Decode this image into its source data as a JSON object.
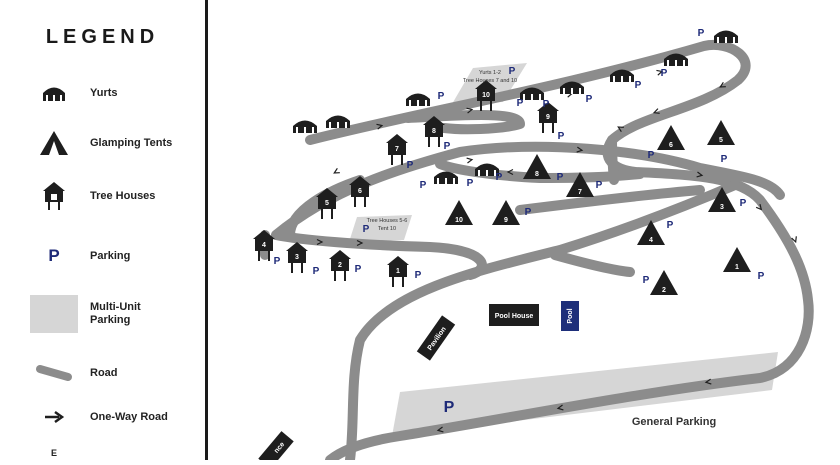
{
  "legend": {
    "title": "LEGEND",
    "items": [
      {
        "icon": "yurt-icon",
        "label": "Yurts"
      },
      {
        "icon": "glamping-tent-icon",
        "label": "Glamping Tents"
      },
      {
        "icon": "tree-house-icon",
        "label": "Tree Houses"
      },
      {
        "icon": "parking-icon",
        "symbol": "P",
        "label": "Parking"
      },
      {
        "icon": "multi-unit-parking-swatch",
        "label": "Multi-Unit Parking"
      },
      {
        "icon": "road-swatch",
        "label": "Road"
      },
      {
        "icon": "one-way-arrow-icon",
        "label": "One-Way Road"
      },
      {
        "icon": "cut-off-entry",
        "label": "E"
      }
    ]
  },
  "map": {
    "labels": {
      "yurts_parking": "Yurts 1-2\nTree Houses 7 and 10",
      "treehouse_parking": "Tree Houses 5-6\nTent 10",
      "pool_house": "Pool House",
      "pool": "Pool",
      "pavilion": "Pavilion",
      "general_parking": "General Parking",
      "parking_symbol": "P",
      "entrance_cut": "nce"
    },
    "tree_houses": [
      "1",
      "2",
      "3",
      "4",
      "5",
      "6",
      "7",
      "8",
      "9",
      "10"
    ],
    "tents": [
      "1",
      "2",
      "3",
      "4",
      "5",
      "6",
      "7",
      "8",
      "9",
      "10"
    ],
    "colors": {
      "road": "#8c8c8c",
      "icon": "#1e1e1e",
      "parking_symbol": "#1e2a78",
      "multi_unit_parking": "#d6d6d6",
      "pool": "#1e2f7a"
    }
  }
}
